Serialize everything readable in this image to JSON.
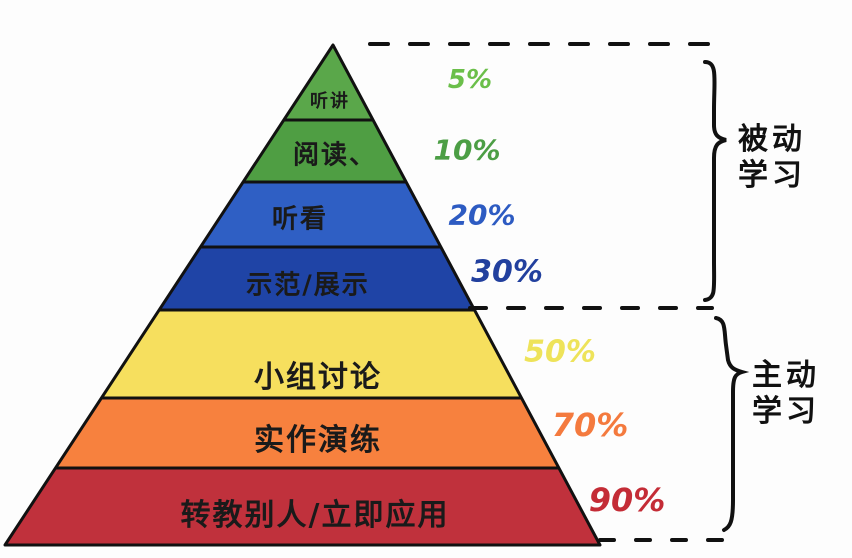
{
  "diagram": {
    "type": "learning-pyramid",
    "layers": [
      {
        "label": "听讲",
        "retention": "5%",
        "color": "#5aa74a",
        "pct_color": "#6bbf4a",
        "group": "passive"
      },
      {
        "label": "阅读、",
        "retention": "10%",
        "color": "#4f9e43",
        "pct_color": "#4c9e45",
        "group": "passive"
      },
      {
        "label": "听看",
        "retention": "20%",
        "color": "#2f5fc4",
        "pct_color": "#2d5bc2",
        "group": "passive"
      },
      {
        "label": "示范/展示",
        "retention": "30%",
        "color": "#1f44a6",
        "pct_color": "#22409e",
        "group": "passive"
      },
      {
        "label": "小组讨论",
        "retention": "50%",
        "color": "#f6df5e",
        "pct_color": "#eee35a",
        "group": "active"
      },
      {
        "label": "实作演练",
        "retention": "70%",
        "color": "#f7813e",
        "pct_color": "#f47a3e",
        "group": "active"
      },
      {
        "label": "转教别人/立即应用",
        "retention": "90%",
        "color": "#c0313c",
        "pct_color": "#c42c36",
        "group": "active"
      }
    ],
    "groups": {
      "passive": {
        "label_line1": "被动",
        "label_line2": "学习"
      },
      "active": {
        "label_line1": "主动",
        "label_line2": "学习"
      }
    }
  }
}
